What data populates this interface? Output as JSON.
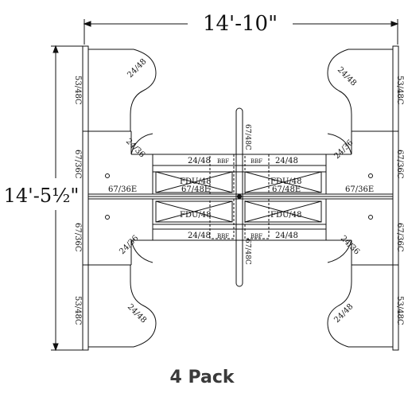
{
  "dimensions": {
    "width": "14'-10\"",
    "height": "14'-5½\""
  },
  "labels": {
    "panel_53_48c": "53/48C",
    "panel_67_36c": "67/36C",
    "panel_67_36e": "67/36E",
    "panel_67_48c": "67/48C",
    "panel_67_48e": "67/48E",
    "work_24_48": "24/48",
    "work_24_36": "24/36",
    "bbf": "BBF",
    "fdu_48": "FDU/48"
  },
  "caption": "4 Pack"
}
